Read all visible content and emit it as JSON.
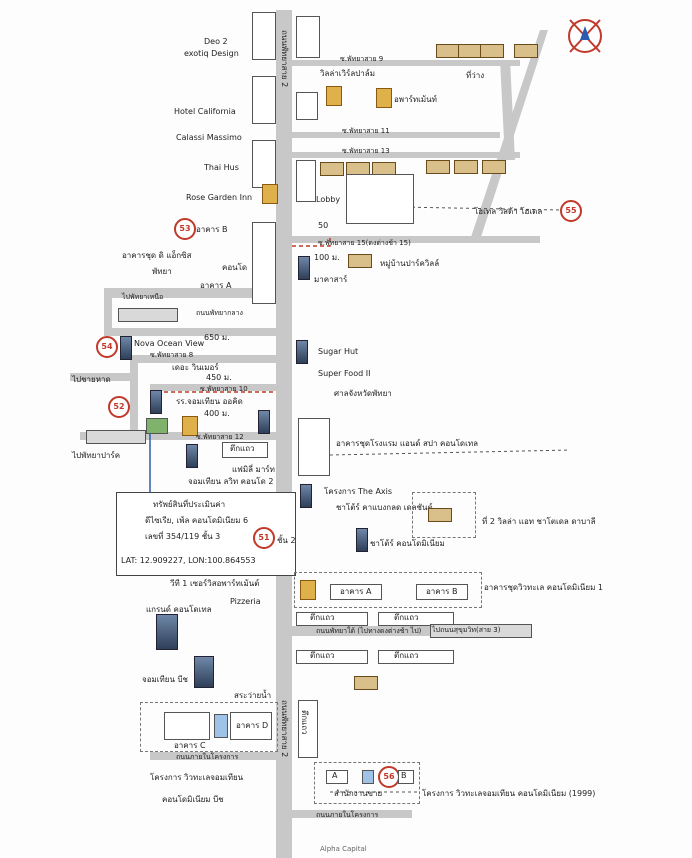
{
  "map_labels": {
    "main_road": "ถนนพัทยาสาย 2",
    "main_road_south": "ถนนพัทยาสาย 2",
    "soi_9": "ซ.พัทยาสาย 9",
    "soi_11": "ซ.พัทยาสาย 11",
    "soi_13": "ซ.พัทยาสาย 13",
    "soi_15": "ซ.พัทยาสาย 15(ดงต่างช้า 15)",
    "soi_10": "ซ.พัทยาสาย 10",
    "soi_12": "ซ.พัทยาสาย 12",
    "soi_8": "ซ.พัทยาสาย 8",
    "central_road": "ถนนพัทยากลาง",
    "pattaya_klang_rd": "ถนนพัทยาใต้ (ไปทางดงต่างช้า ไป)",
    "to_north": "ไปพัทยาเหนือ",
    "to_beach": "ไปชายหาด",
    "to_pattaya_park": "ไปพัทยาปาร์ค",
    "to_sukhumvit": "ไปถนนสุขุมวิท(สาย 3)",
    "project_road": "ถนนภายในโครงการ",
    "project_road2": "ถนนภายในโครงการ",
    "watermark": "Alpha Capital"
  },
  "places": {
    "deo2": "Deo 2",
    "exotiq": "exotiq Design",
    "hotel_california": "Hotel California",
    "calassi": "Calassi Massimo",
    "thai_hus": "Thai Hus",
    "rose_garden": "Rose Garden Inn",
    "viewpoint": "วิลล่าเวิร์ลปาล์ม",
    "apartment": "อพาร์ทเม้นท์",
    "land": "ที่ว่าง",
    "lobby": "Lobby",
    "fifty": "50",
    "hotel_vista": "โฮเทล วิสต้า โฮเตล",
    "building_b": "อาคาร B",
    "condo_tower": "อาคารชุด ดิ แอ็กซิส",
    "pattaya": "พัทยา",
    "condo_a": "คอนโด",
    "building_a": "อาคาร A",
    "hundred_m": "100 ม.",
    "market": "มาคาสาร์",
    "village": "หมู่บ้านปาร์ควิลล์",
    "nova": "Nova Ocean View",
    "m650": "650 ม.",
    "m450": "450 ม.",
    "m400": "400 ม.",
    "sugar_hut": "Sugar Hut",
    "super_food": "Super Food II",
    "court": "ศาลจังหวัดพัทยา",
    "le_sense": "เดอะ วินเมอร์",
    "jomtien_school": "รร.จอมเทียน ออคิด",
    "shophouse": "ตึกแถว",
    "market2": "แฟมิลี่ มาร์ท",
    "jomtien_2": "จอมเทียน ลวิท คอนโด 2",
    "condo_hotel": "อาคารชุดโรงแรม แอนด์ สปา คอนโดเทล",
    "the_axis": "โครงการ The Axis",
    "chalet_tower": "ชาโต้ร์ คาแบงกลด เดลชันต์",
    "chalet_condo": "ชาโต้ร์ คอนโดมิเนียม",
    "wp2": "ที่ 2 วิลล่า แอท ชาโตเดล ดาบาลี",
    "villa_apt": "วีที 1 เซอร์วิสอพาร์ทเม้นต์",
    "pizzeria": "Pizzeria",
    "condo_1": "อาคารชุดวิวทะเล คอนโดมิเนียม 1",
    "ba": "อาคาร A",
    "bb": "อาคาร B",
    "grand_condotel": "แกรนด์ คอนโดเทล",
    "shop1": "ตึกแถว",
    "shop2": "ตึกแถว",
    "shop3": "ตึกแถว",
    "shop4": "ตึกแถว",
    "jomtien_beach": "จอมเทียน บีช",
    "pool": "สระว่ายน้ำ",
    "building_d": "อาคาร D",
    "building_c": "อาคาร C",
    "project_view": "โครงการ วิวทะเลจอมเทียน",
    "condo_beach": "คอนโดมิเนียม บีช",
    "shophouse_south": "ตึกแถว",
    "project_1999": "โครงการ วิวทะเลจอมเทียน คอนโดมิเนียม (1999)",
    "sales_office": "สำนักงานขาย",
    "a_lbl": "A",
    "b_lbl": "B"
  },
  "pins": {
    "p53": "53",
    "p54": "54",
    "p52": "52",
    "p51": "51",
    "p55": "55",
    "p56": "56"
  },
  "infobox": {
    "line1": "ทรัพย์สินที่ประเมินค่า",
    "line2": "ดีไซเรีย, เพ้ล คอนโดมิเนียม 6",
    "line3": "เลขที่ 354/119 ชั้น 3",
    "floor": "ชั้น 2",
    "coords": "LAT: 12.909227, LON:100.864553"
  },
  "colors": {
    "road": "#c8c8c8",
    "pin_red": "#c0392b",
    "dash_red": "#c0392b",
    "link_blue": "#2a5db0"
  },
  "icons": {
    "compass": "compass-icon",
    "tower": "building-icon",
    "house": "house-icon",
    "hotel": "hotel-icon"
  }
}
